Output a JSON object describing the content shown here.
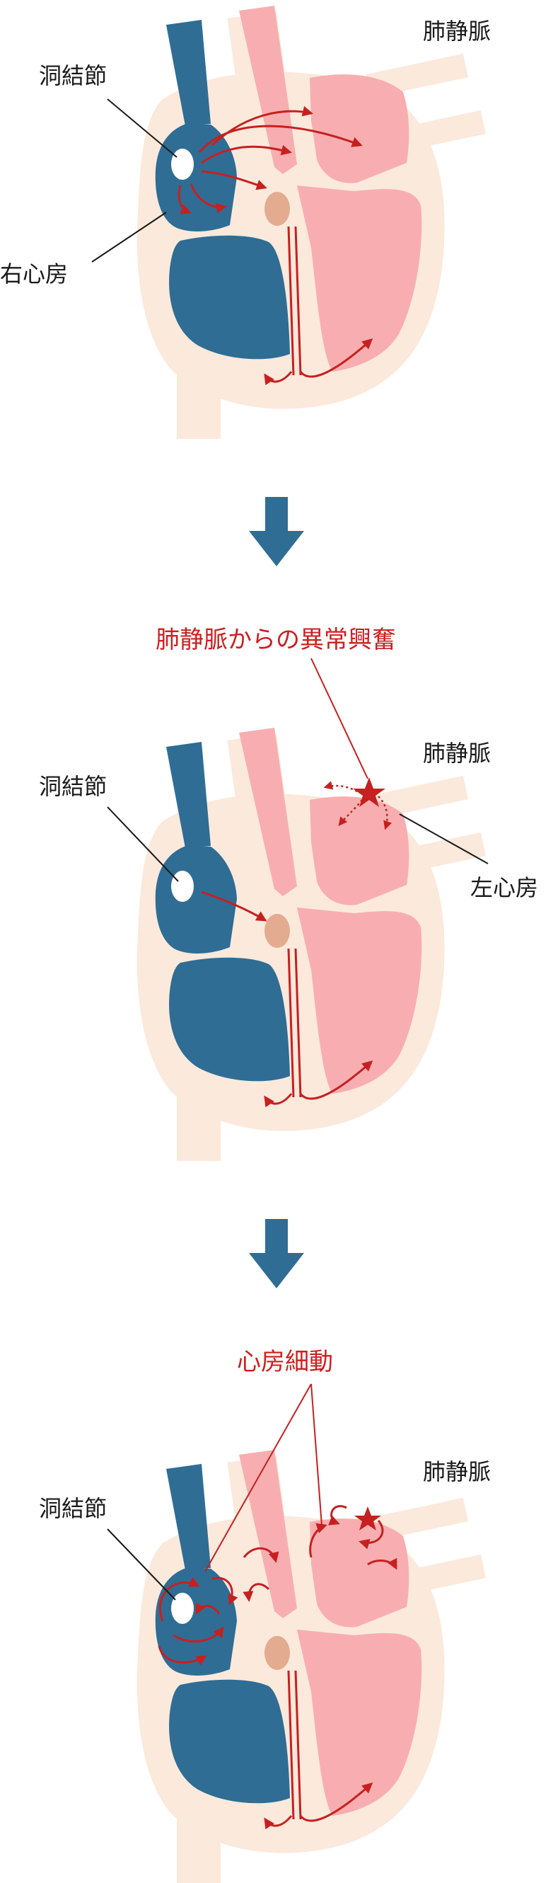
{
  "colors": {
    "tissue": "#fbe9dc",
    "right_heart": "#2f6d94",
    "left_heart": "#f8aeb0",
    "node": "#e3ab8f",
    "signal": "#c62020",
    "lead": "#1a1a1a",
    "down_arrow": "#2f6d94"
  },
  "panel1": {
    "label_pulmonary_veins": "肺静脈",
    "label_sa_node": "洞結節",
    "label_right_atrium": "右心房"
  },
  "panel2": {
    "title_abnormal_excitation": "肺静脈からの異常興奮",
    "label_pulmonary_veins": "肺静脈",
    "label_sa_node": "洞結節",
    "label_left_atrium": "左心房"
  },
  "panel3": {
    "title_atrial_fibrillation": "心房細動",
    "label_pulmonary_veins": "肺静脈",
    "label_sa_node": "洞結節"
  },
  "icons": {
    "transition_arrow": "down-arrow-icon",
    "ectopic_focus": "star-icon"
  }
}
